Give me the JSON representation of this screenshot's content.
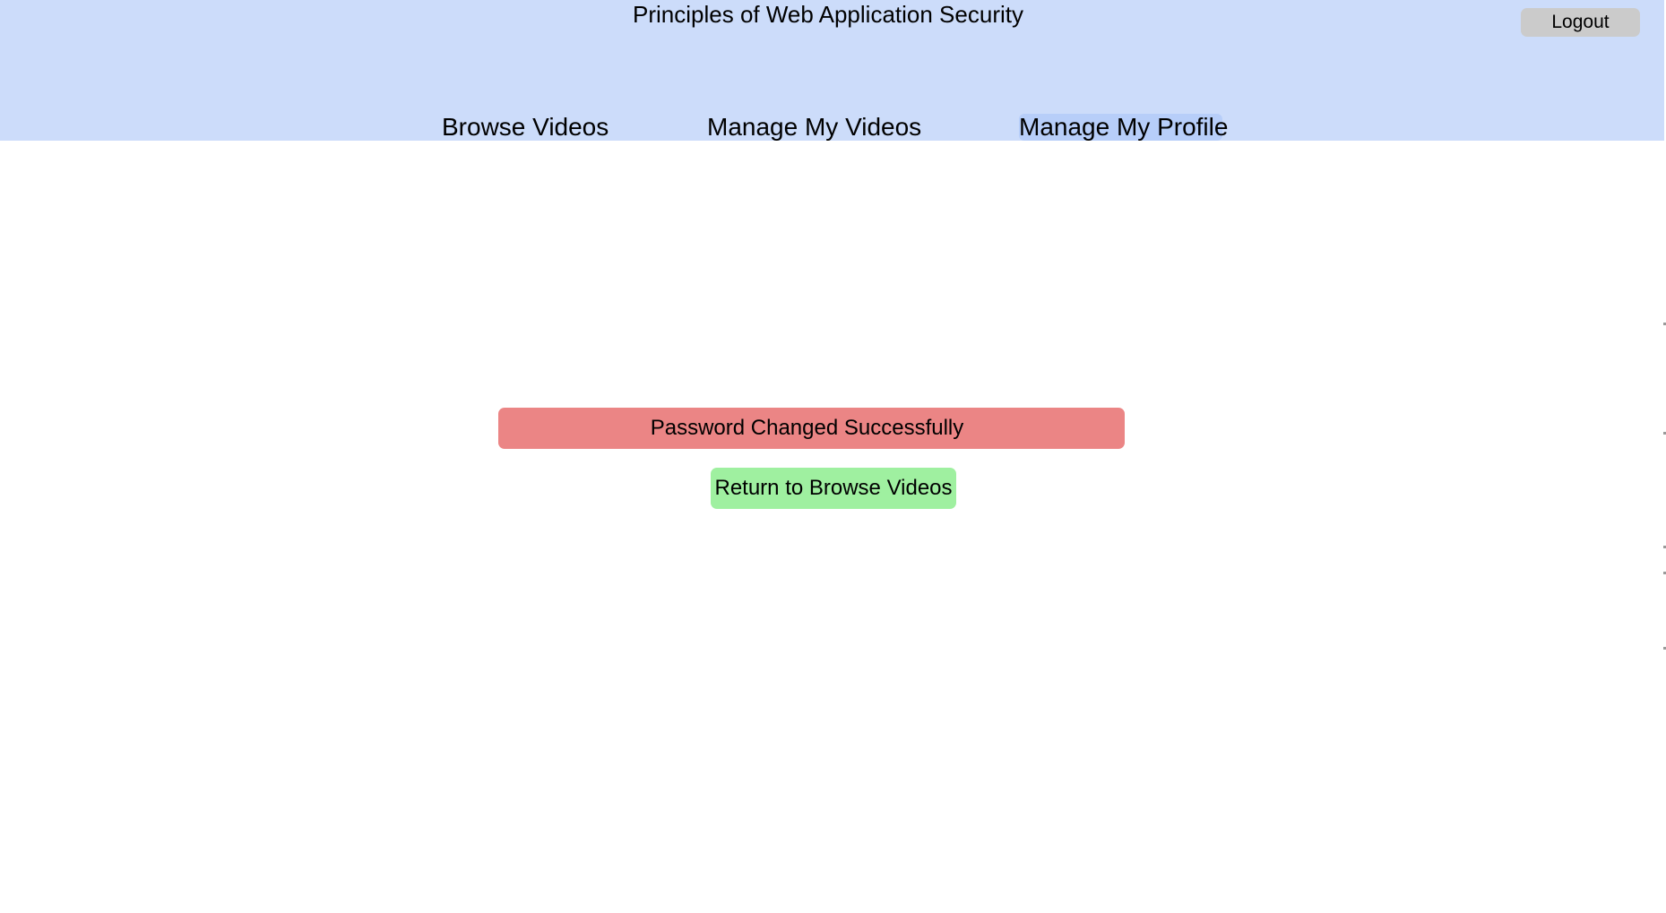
{
  "header": {
    "title": "Principles of Web Application Security",
    "logout_label": "Logout"
  },
  "nav": {
    "items": [
      {
        "label": "Browse Videos",
        "active": false
      },
      {
        "label": "Manage My Videos",
        "active": false
      },
      {
        "label": "Manage My Profile",
        "active": true
      }
    ]
  },
  "main": {
    "status_message": "Password Changed Successfully",
    "return_button_label": "Return to Browse Videos"
  },
  "colors": {
    "header_background": "#ccdcfa",
    "active_nav_background": "#b7cef9",
    "status_banner_background": "#eb8585",
    "return_button_background": "#9ff0a0",
    "logout_button_background": "#cbcbcb"
  }
}
